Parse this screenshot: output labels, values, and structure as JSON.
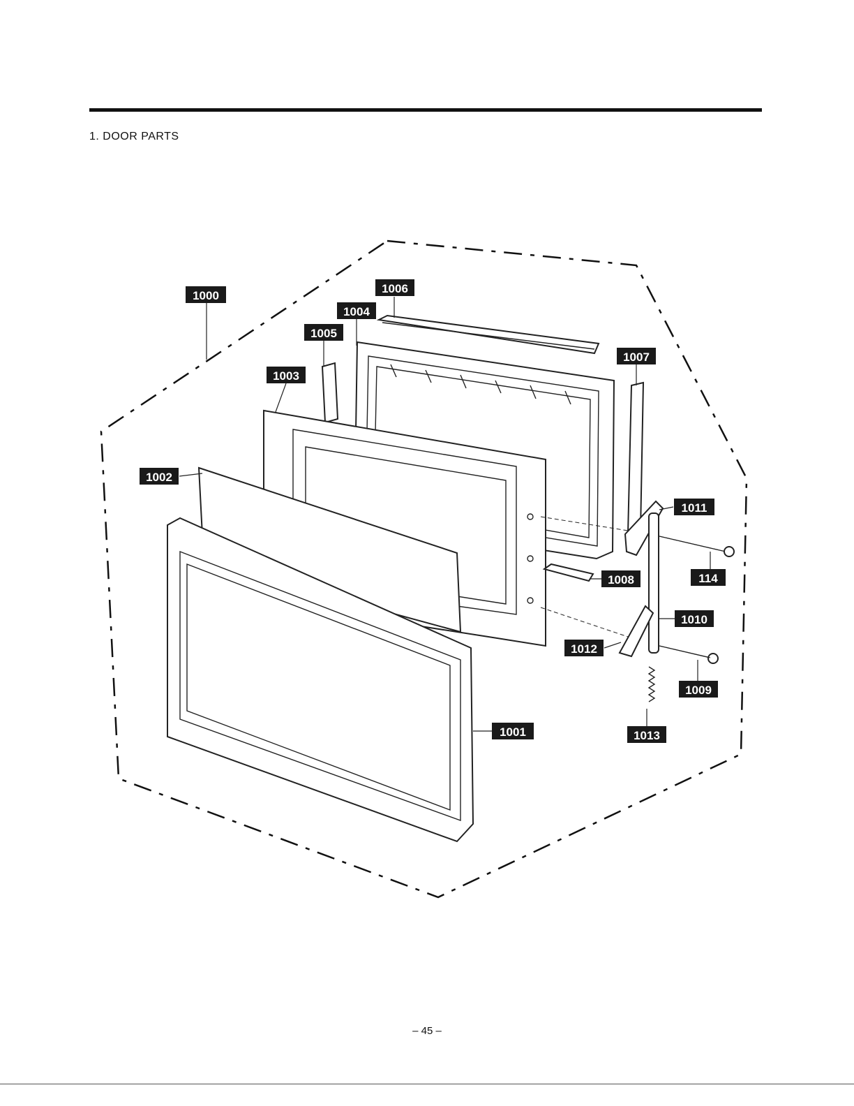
{
  "section_title": "1. DOOR PARTS",
  "page_number": "– 45 –",
  "labels": {
    "p1000": "1000",
    "p1001": "1001",
    "p1002": "1002",
    "p1003": "1003",
    "p1004": "1004",
    "p1005": "1005",
    "p1006": "1006",
    "p1007": "1007",
    "p1008": "1008",
    "p1009": "1009",
    "p1010": "1010",
    "p1011": "1011",
    "p1012": "1012",
    "p1013": "1013",
    "p114": "114"
  }
}
